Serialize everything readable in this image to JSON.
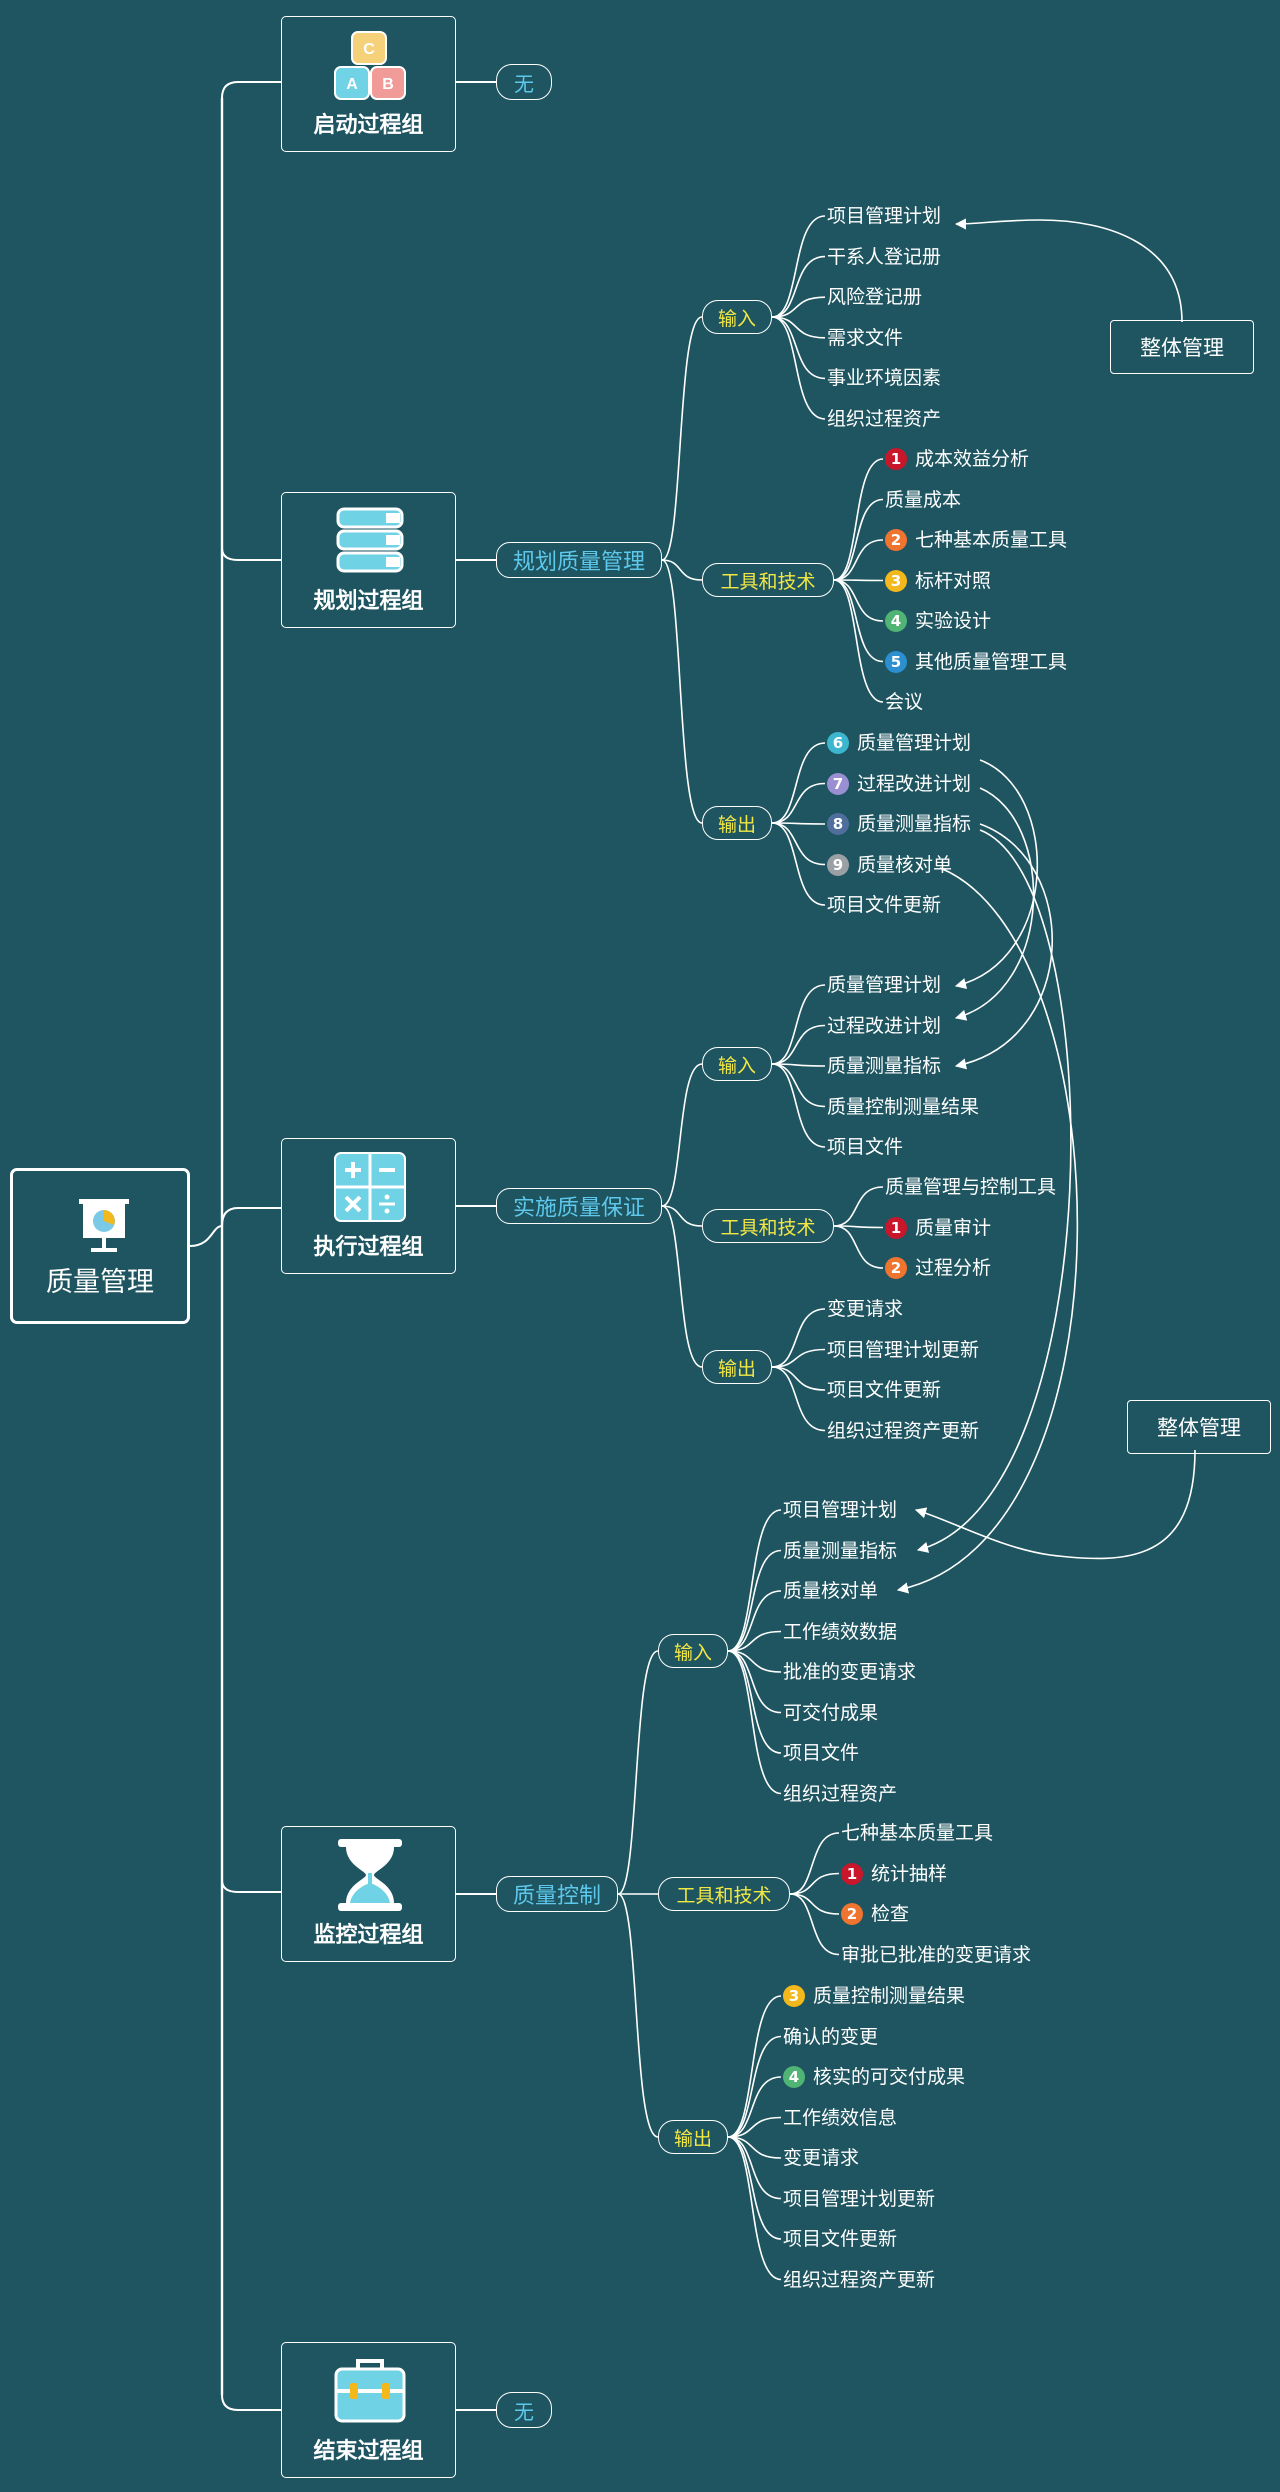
{
  "colors": {
    "background": "#1e5560",
    "process": "#5ec8ec",
    "category": "#f2e743",
    "n1": "#c8172b",
    "n2": "#ef7430",
    "n3": "#f3b81b",
    "n4": "#4fb474",
    "n5": "#2c8fcf",
    "n6": "#3cb5cf",
    "n7": "#9b8fd3",
    "n8": "#4f6e9c",
    "n9": "#9aa0a4"
  },
  "root": {
    "label": "质量管理",
    "icon": "presentation-board-icon"
  },
  "groups": {
    "initiating": {
      "label": "启动过程组",
      "icon": "abc-blocks-icon",
      "none": "无"
    },
    "planning": {
      "label": "规划过程组",
      "icon": "books-stack-icon",
      "process": "规划质量管理",
      "input": {
        "label": "输入",
        "items": [
          "项目管理计划",
          "干系人登记册",
          "风险登记册",
          "需求文件",
          "事业环境因素",
          "组织过程资产"
        ]
      },
      "tools": {
        "label": "工具和技术",
        "items": [
          {
            "n": "1",
            "t": "成本效益分析"
          },
          {
            "n": "",
            "t": "质量成本"
          },
          {
            "n": "2",
            "t": "七种基本质量工具"
          },
          {
            "n": "3",
            "t": "标杆对照"
          },
          {
            "n": "4",
            "t": "实验设计"
          },
          {
            "n": "5",
            "t": "其他质量管理工具"
          },
          {
            "n": "",
            "t": "会议"
          }
        ]
      },
      "output": {
        "label": "输出",
        "items": [
          {
            "n": "6",
            "t": "质量管理计划"
          },
          {
            "n": "7",
            "t": "过程改进计划"
          },
          {
            "n": "8",
            "t": "质量测量指标"
          },
          {
            "n": "9",
            "t": "质量核对单"
          },
          {
            "n": "",
            "t": "项目文件更新"
          }
        ]
      },
      "external": "整体管理"
    },
    "executing": {
      "label": "执行过程组",
      "icon": "calculator-icon",
      "process": "实施质量保证",
      "input": {
        "label": "输入",
        "items": [
          "质量管理计划",
          "过程改进计划",
          "质量测量指标",
          "质量控制测量结果",
          "项目文件"
        ]
      },
      "tools": {
        "label": "工具和技术",
        "items": [
          {
            "n": "",
            "t": "质量管理与控制工具"
          },
          {
            "n": "1",
            "t": "质量审计"
          },
          {
            "n": "2",
            "t": "过程分析"
          }
        ]
      },
      "output": {
        "label": "输出",
        "items": [
          "变更请求",
          "项目管理计划更新",
          "项目文件更新",
          "组织过程资产更新"
        ]
      }
    },
    "monitoring": {
      "label": "监控过程组",
      "icon": "hourglass-icon",
      "process": "质量控制",
      "input": {
        "label": "输入",
        "items": [
          "项目管理计划",
          "质量测量指标",
          "质量核对单",
          "工作绩效数据",
          "批准的变更请求",
          "可交付成果",
          "项目文件",
          "组织过程资产"
        ]
      },
      "tools": {
        "label": "工具和技术",
        "items": [
          {
            "n": "",
            "t": "七种基本质量工具"
          },
          {
            "n": "1",
            "t": "统计抽样"
          },
          {
            "n": "2",
            "t": "检查"
          },
          {
            "n": "",
            "t": "审批已批准的变更请求"
          }
        ]
      },
      "output": {
        "label": "输出",
        "items": [
          {
            "n": "3",
            "t": "质量控制测量结果"
          },
          {
            "n": "",
            "t": "确认的变更"
          },
          {
            "n": "4",
            "t": "核实的可交付成果"
          },
          {
            "n": "",
            "t": "工作绩效信息"
          },
          {
            "n": "",
            "t": "变更请求"
          },
          {
            "n": "",
            "t": "项目管理计划更新"
          },
          {
            "n": "",
            "t": "项目文件更新"
          },
          {
            "n": "",
            "t": "组织过程资产更新"
          }
        ]
      },
      "external": "整体管理"
    },
    "closing": {
      "label": "结束过程组",
      "icon": "briefcase-icon",
      "none": "无"
    }
  }
}
